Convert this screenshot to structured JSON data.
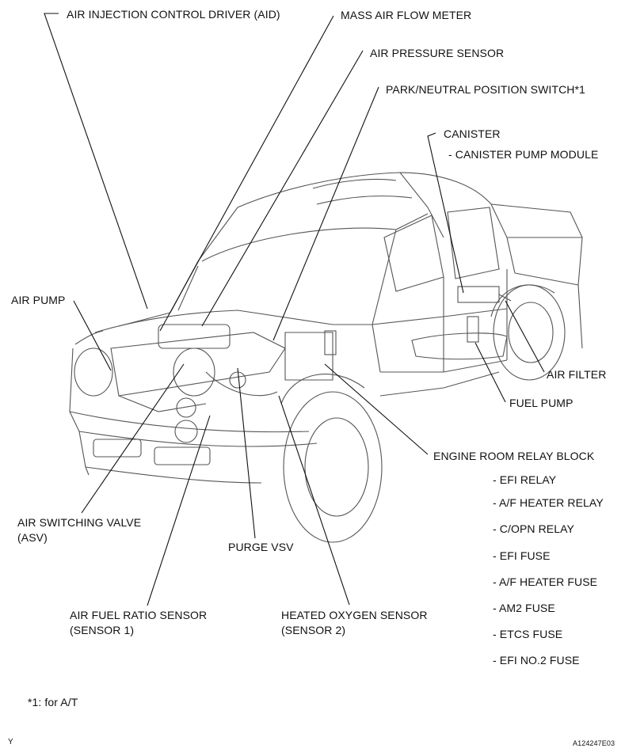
{
  "labels": {
    "aid": "AIR INJECTION CONTROL DRIVER (AID)",
    "maf": "MASS AIR FLOW METER",
    "aps": "AIR PRESSURE SENSOR",
    "pnp": "PARK/NEUTRAL POSITION SWITCH*1",
    "canister": "CANISTER",
    "canister_pump": "- CANISTER PUMP MODULE",
    "air_pump": "AIR PUMP",
    "air_filter": "AIR FILTER",
    "fuel_pump": "FUEL PUMP",
    "relay_block": "ENGINE ROOM RELAY BLOCK",
    "asv_1": "AIR SWITCHING VALVE",
    "asv_2": "(ASV)",
    "purge_vsv": "PURGE VSV",
    "af_sensor_1": "AIR FUEL RATIO SENSOR",
    "af_sensor_2": "(SENSOR 1)",
    "ho2_sensor_1": "HEATED OXYGEN SENSOR",
    "ho2_sensor_2": "(SENSOR 2)"
  },
  "relay_block_items": [
    "- EFI RELAY",
    "- A/F HEATER RELAY",
    "- C/OPN RELAY",
    "- EFI FUSE",
    "- A/F HEATER FUSE",
    "- AM2 FUSE",
    "- ETCS FUSE",
    "- EFI NO.2 FUSE"
  ],
  "footnote": "*1: for A/T",
  "corner_left": "Y",
  "corner_right": "A124247E03"
}
